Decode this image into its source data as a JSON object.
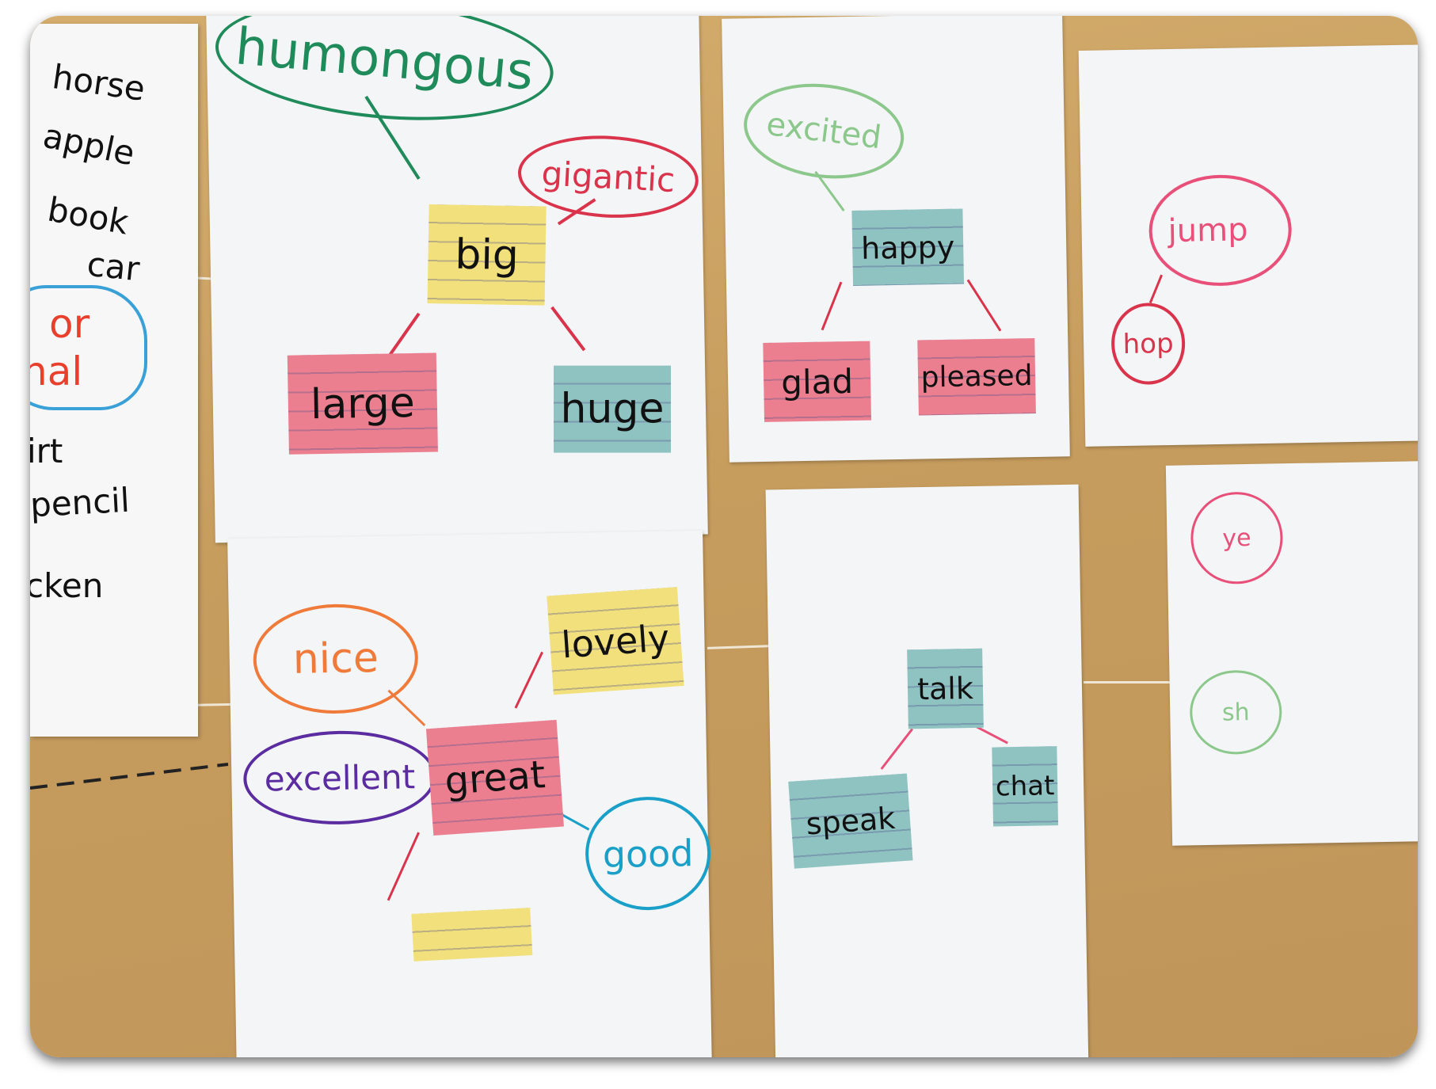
{
  "word_list": [
    "horse",
    "apple",
    "book",
    "car",
    "or",
    "nal",
    "irt",
    "pencil",
    "cken"
  ],
  "charts": {
    "big": {
      "center": "big",
      "cards": [
        "large",
        "huge"
      ],
      "bubbles": [
        "humongous",
        "gigantic"
      ]
    },
    "happy": {
      "center": "happy",
      "cards": [
        "glad",
        "pleased"
      ],
      "bubbles": [
        "excited"
      ]
    },
    "jump": {
      "bubbles": [
        "jump",
        "hop"
      ]
    },
    "great": {
      "center": "great",
      "cards": [
        "lovely"
      ],
      "bubbles": [
        "nice",
        "excellent",
        "good"
      ]
    },
    "talk": {
      "center": "talk",
      "cards": [
        "speak",
        "chat"
      ]
    },
    "partial": {
      "bubbles": [
        "ye",
        "sh"
      ]
    }
  },
  "colors": {
    "card_yellow": "#f2e07c",
    "card_pink": "#ec7f8f",
    "card_teal": "#8fc3c2",
    "bubble_green": "#1f8a5a",
    "bubble_red": "#d9344b",
    "bubble_orange": "#f07a3a",
    "bubble_purple": "#5a2ca0",
    "bubble_blue": "#1aa0c8",
    "bubble_light_green": "#8cc78c",
    "bubble_pink": "#e8507a"
  }
}
